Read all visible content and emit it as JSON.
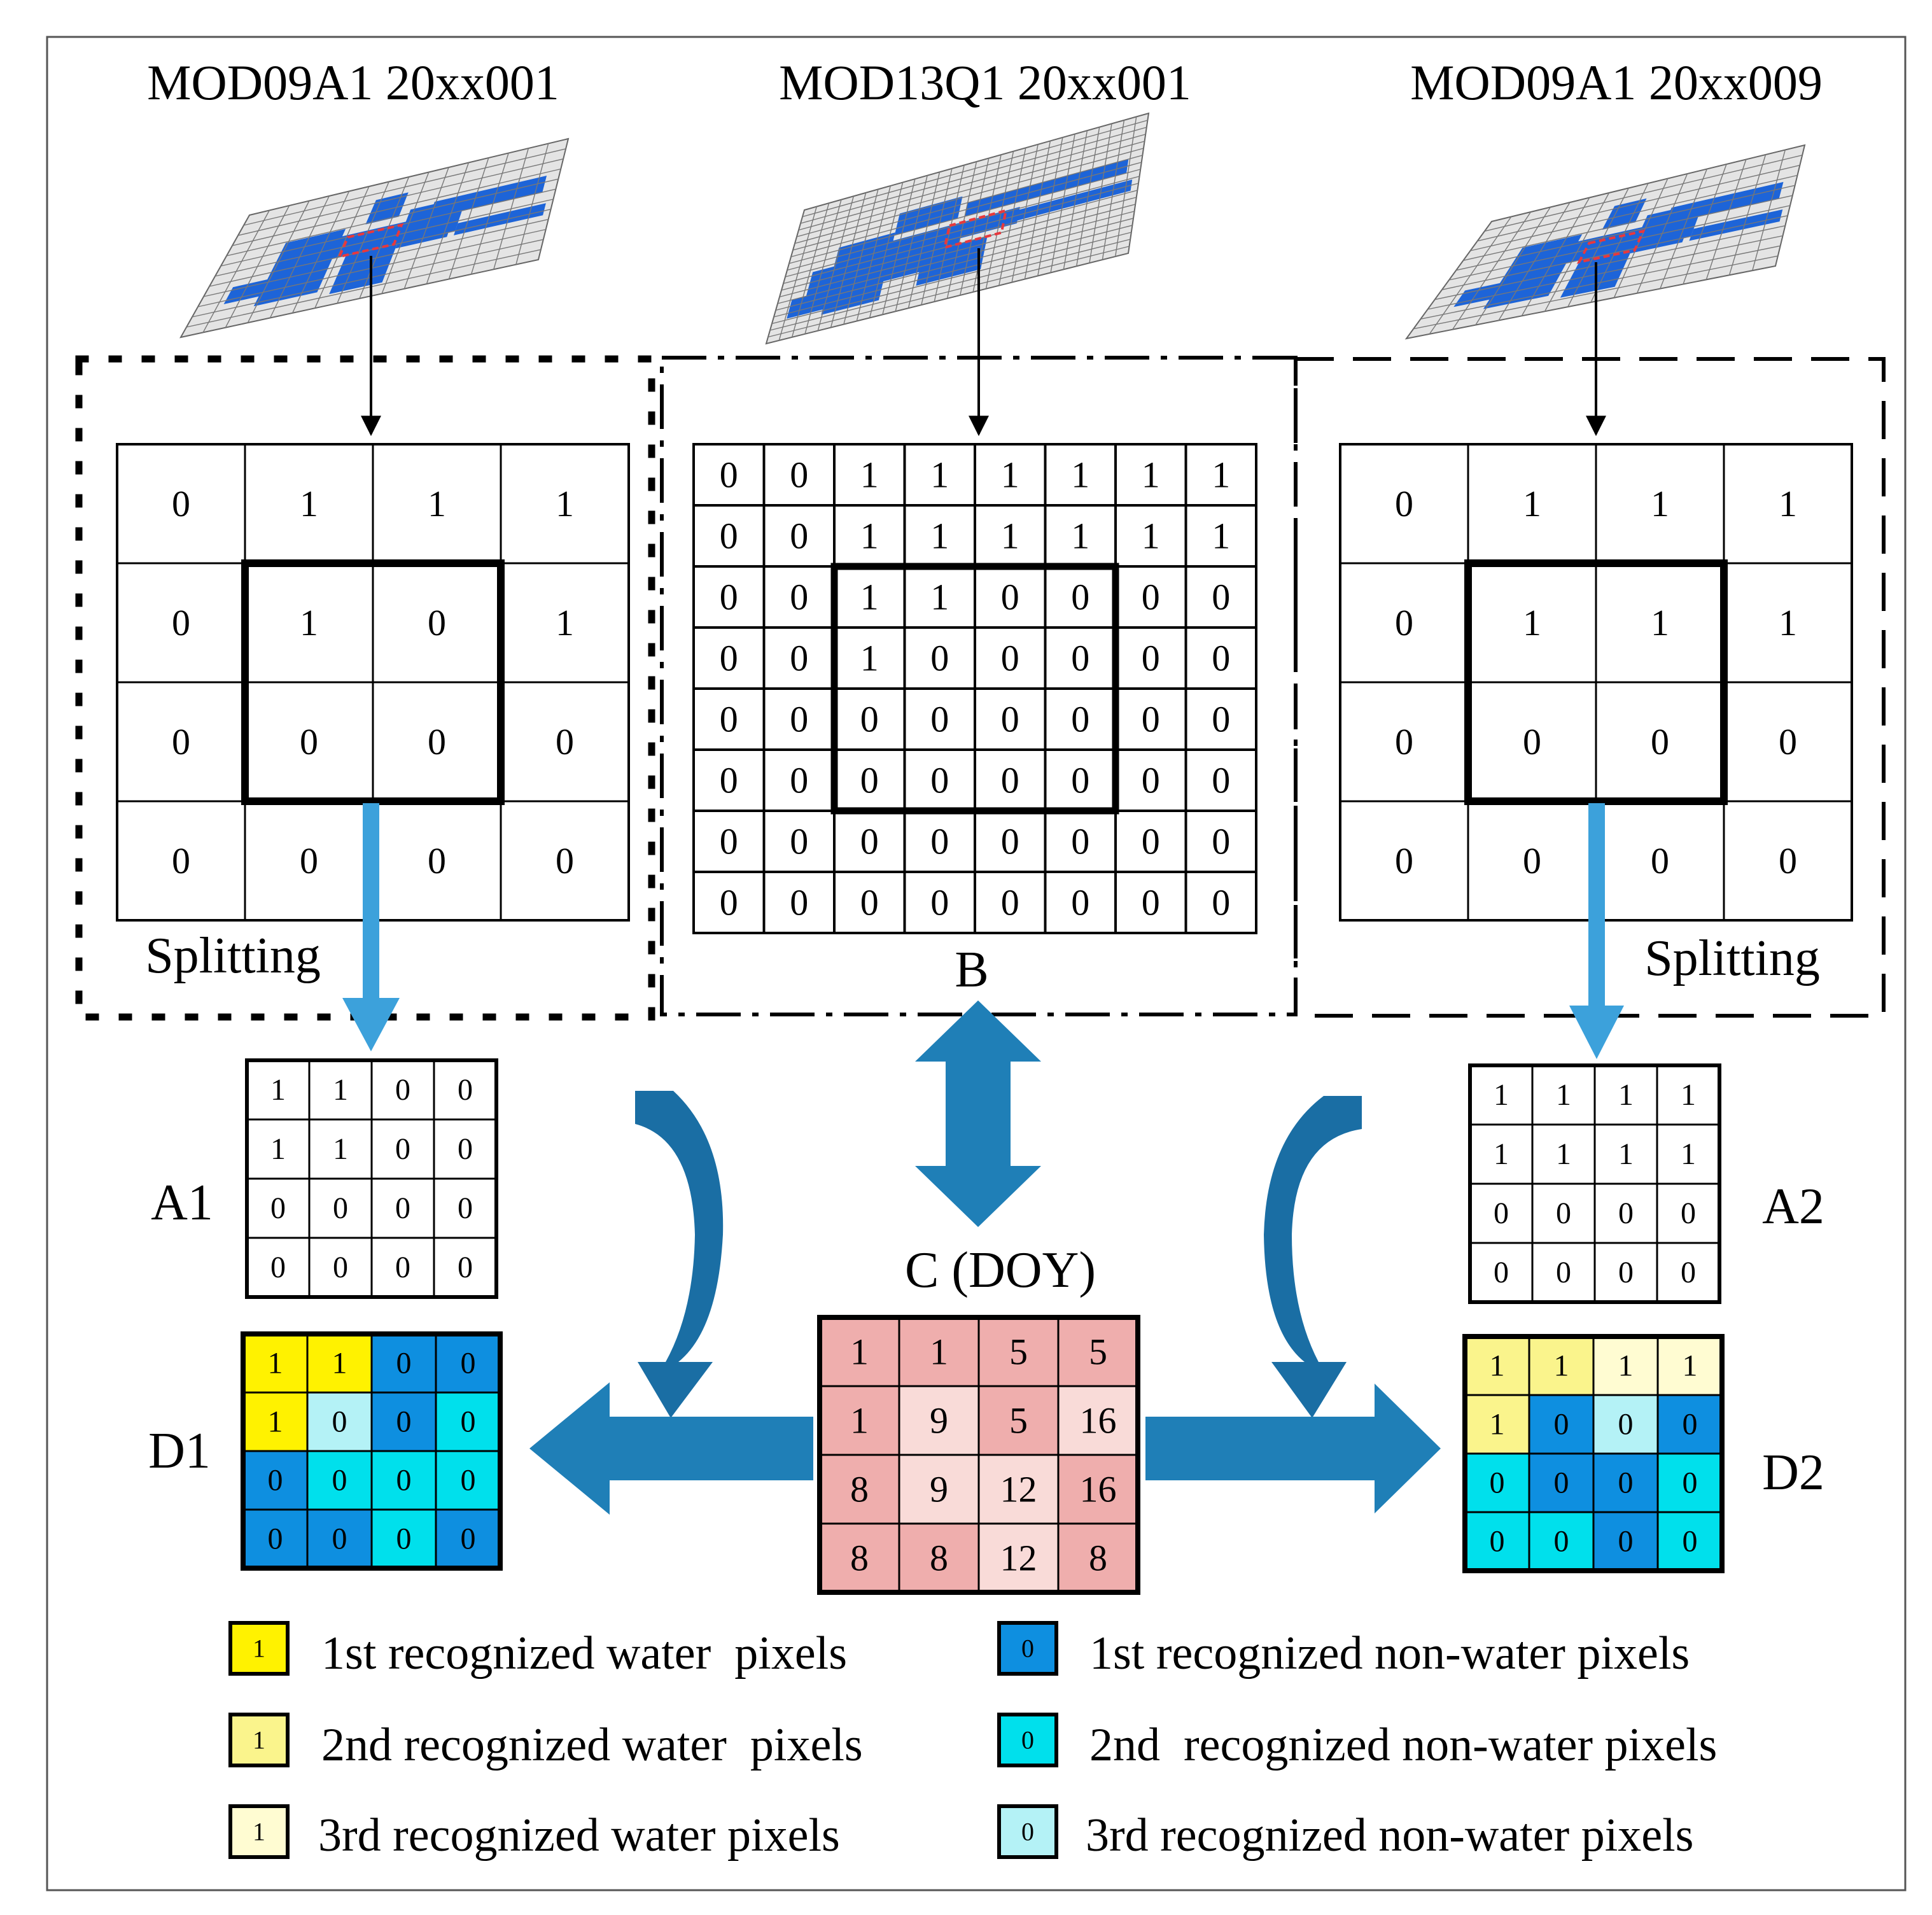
{
  "titles": {
    "left": "MOD09A1 20xx001",
    "middle": "MOD13Q1 20xx001",
    "right": "MOD09A1 20xx009"
  },
  "labels": {
    "splitting_left": "Splitting",
    "splitting_right": "Splitting",
    "b": "B",
    "a1": "A1",
    "a2": "A2",
    "c": "C (DOY)",
    "d1": "D1",
    "d2": "D2"
  },
  "colors": {
    "water_1st": "#FFF200",
    "water_2nd": "#FAF48C",
    "water_3rd": "#FFFCD2",
    "nonwater_1st": "#0E8FE0",
    "nonwater_2nd": "#00E0EC",
    "nonwater_3rd": "#B4F2F6",
    "doy_dark": "#EFAEAD",
    "doy_light": "#F9DBD8",
    "flow_arrow": "#1F7FB7",
    "split_arrow": "#3CA1DB",
    "curved_arrow": "#1A6EA4"
  },
  "grids": {
    "left": [
      [
        "0",
        "1",
        "1",
        "1"
      ],
      [
        "0",
        "1",
        "0",
        "1"
      ],
      [
        "0",
        "0",
        "0",
        "0"
      ],
      [
        "0",
        "0",
        "0",
        "0"
      ]
    ],
    "middle": [
      [
        "0",
        "0",
        "1",
        "1",
        "1",
        "1",
        "1",
        "1"
      ],
      [
        "0",
        "0",
        "1",
        "1",
        "1",
        "1",
        "1",
        "1"
      ],
      [
        "0",
        "0",
        "1",
        "1",
        "0",
        "0",
        "0",
        "0"
      ],
      [
        "0",
        "0",
        "1",
        "0",
        "0",
        "0",
        "0",
        "0"
      ],
      [
        "0",
        "0",
        "0",
        "0",
        "0",
        "0",
        "0",
        "0"
      ],
      [
        "0",
        "0",
        "0",
        "0",
        "0",
        "0",
        "0",
        "0"
      ],
      [
        "0",
        "0",
        "0",
        "0",
        "0",
        "0",
        "0",
        "0"
      ],
      [
        "0",
        "0",
        "0",
        "0",
        "0",
        "0",
        "0",
        "0"
      ]
    ],
    "right": [
      [
        "0",
        "1",
        "1",
        "1"
      ],
      [
        "0",
        "1",
        "1",
        "1"
      ],
      [
        "0",
        "0",
        "0",
        "0"
      ],
      [
        "0",
        "0",
        "0",
        "0"
      ]
    ],
    "a1": [
      [
        "1",
        "1",
        "0",
        "0"
      ],
      [
        "1",
        "1",
        "0",
        "0"
      ],
      [
        "0",
        "0",
        "0",
        "0"
      ],
      [
        "0",
        "0",
        "0",
        "0"
      ]
    ],
    "a2": [
      [
        "1",
        "1",
        "1",
        "1"
      ],
      [
        "1",
        "1",
        "1",
        "1"
      ],
      [
        "0",
        "0",
        "0",
        "0"
      ],
      [
        "0",
        "0",
        "0",
        "0"
      ]
    ],
    "c": [
      [
        "1",
        "1",
        "5",
        "5"
      ],
      [
        "1",
        "9",
        "5",
        "16"
      ],
      [
        "8",
        "9",
        "12",
        "16"
      ],
      [
        "8",
        "8",
        "12",
        "8"
      ]
    ],
    "c_shade": [
      [
        "dark",
        "dark",
        "dark",
        "dark"
      ],
      [
        "dark",
        "light",
        "dark",
        "light"
      ],
      [
        "dark",
        "light",
        "light",
        "dark"
      ],
      [
        "dark",
        "dark",
        "light",
        "dark"
      ]
    ],
    "d1": [
      [
        "1",
        "1",
        "0",
        "0"
      ],
      [
        "1",
        "0",
        "0",
        "0"
      ],
      [
        "0",
        "0",
        "0",
        "0"
      ],
      [
        "0",
        "0",
        "0",
        "0"
      ]
    ],
    "d1_class": [
      [
        "water_1st",
        "water_1st",
        "nonwater_1st",
        "nonwater_1st"
      ],
      [
        "water_1st",
        "nonwater_3rd",
        "nonwater_1st",
        "nonwater_2nd"
      ],
      [
        "nonwater_1st",
        "nonwater_2nd",
        "nonwater_2nd",
        "nonwater_2nd"
      ],
      [
        "nonwater_1st",
        "nonwater_1st",
        "nonwater_2nd",
        "nonwater_1st"
      ]
    ],
    "d2": [
      [
        "1",
        "1",
        "1",
        "1"
      ],
      [
        "1",
        "0",
        "0",
        "0"
      ],
      [
        "0",
        "0",
        "0",
        "0"
      ],
      [
        "0",
        "0",
        "0",
        "0"
      ]
    ],
    "d2_class": [
      [
        "water_2nd",
        "water_2nd",
        "water_3rd",
        "water_3rd"
      ],
      [
        "water_2nd",
        "nonwater_1st",
        "nonwater_3rd",
        "nonwater_1st"
      ],
      [
        "nonwater_2nd",
        "nonwater_1st",
        "nonwater_1st",
        "nonwater_2nd"
      ],
      [
        "nonwater_2nd",
        "nonwater_2nd",
        "nonwater_1st",
        "nonwater_2nd"
      ]
    ]
  },
  "legend": [
    {
      "value": "1",
      "class": "water_1st",
      "label": "1st recognized water  pixels"
    },
    {
      "value": "1",
      "class": "water_2nd",
      "label": "2nd recognized water  pixels"
    },
    {
      "value": "1",
      "class": "water_3rd",
      "label": "3rd recognized water pixels"
    },
    {
      "value": "0",
      "class": "nonwater_1st",
      "label": "1st recognized non-water pixels"
    },
    {
      "value": "0",
      "class": "nonwater_2nd",
      "label": "2nd  recognized non-water pixels"
    },
    {
      "value": "0",
      "class": "nonwater_3rd",
      "label": "3rd recognized non-water pixels"
    }
  ]
}
